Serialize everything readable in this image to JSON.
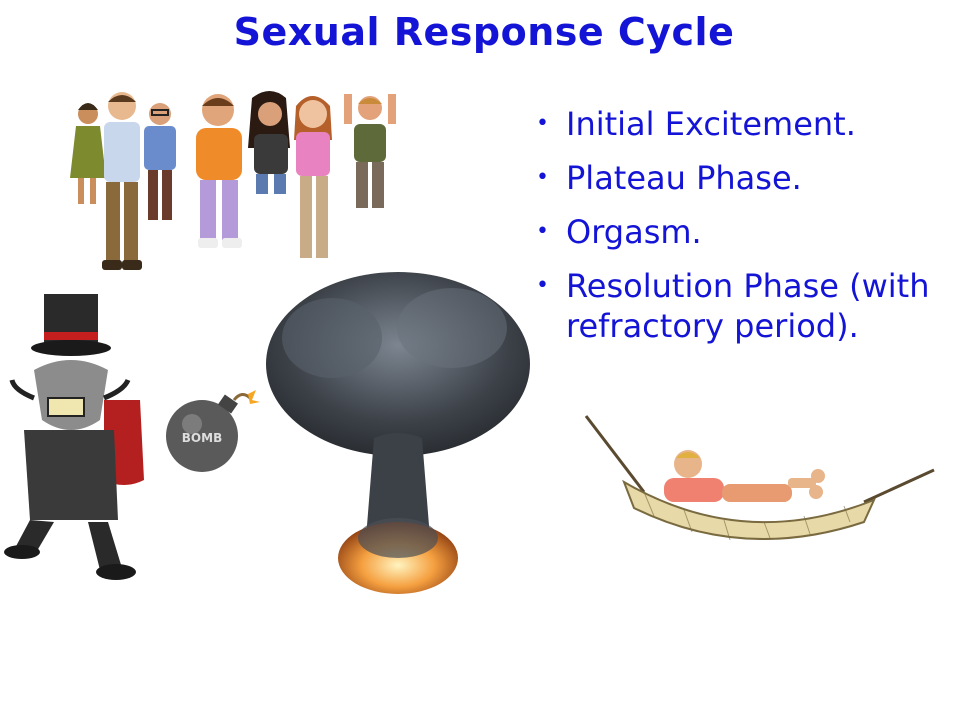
{
  "slide": {
    "title": "Sexual Response Cycle",
    "bullets": [
      "Initial Excitement.",
      "Plateau Phase.",
      "Orgasm.",
      "Resolution Phase (with refractory period)."
    ],
    "bullet_symbol": "•",
    "bomb_label": "BOMB"
  },
  "colors": {
    "text": "#1414d6",
    "background": "#ffffff"
  }
}
